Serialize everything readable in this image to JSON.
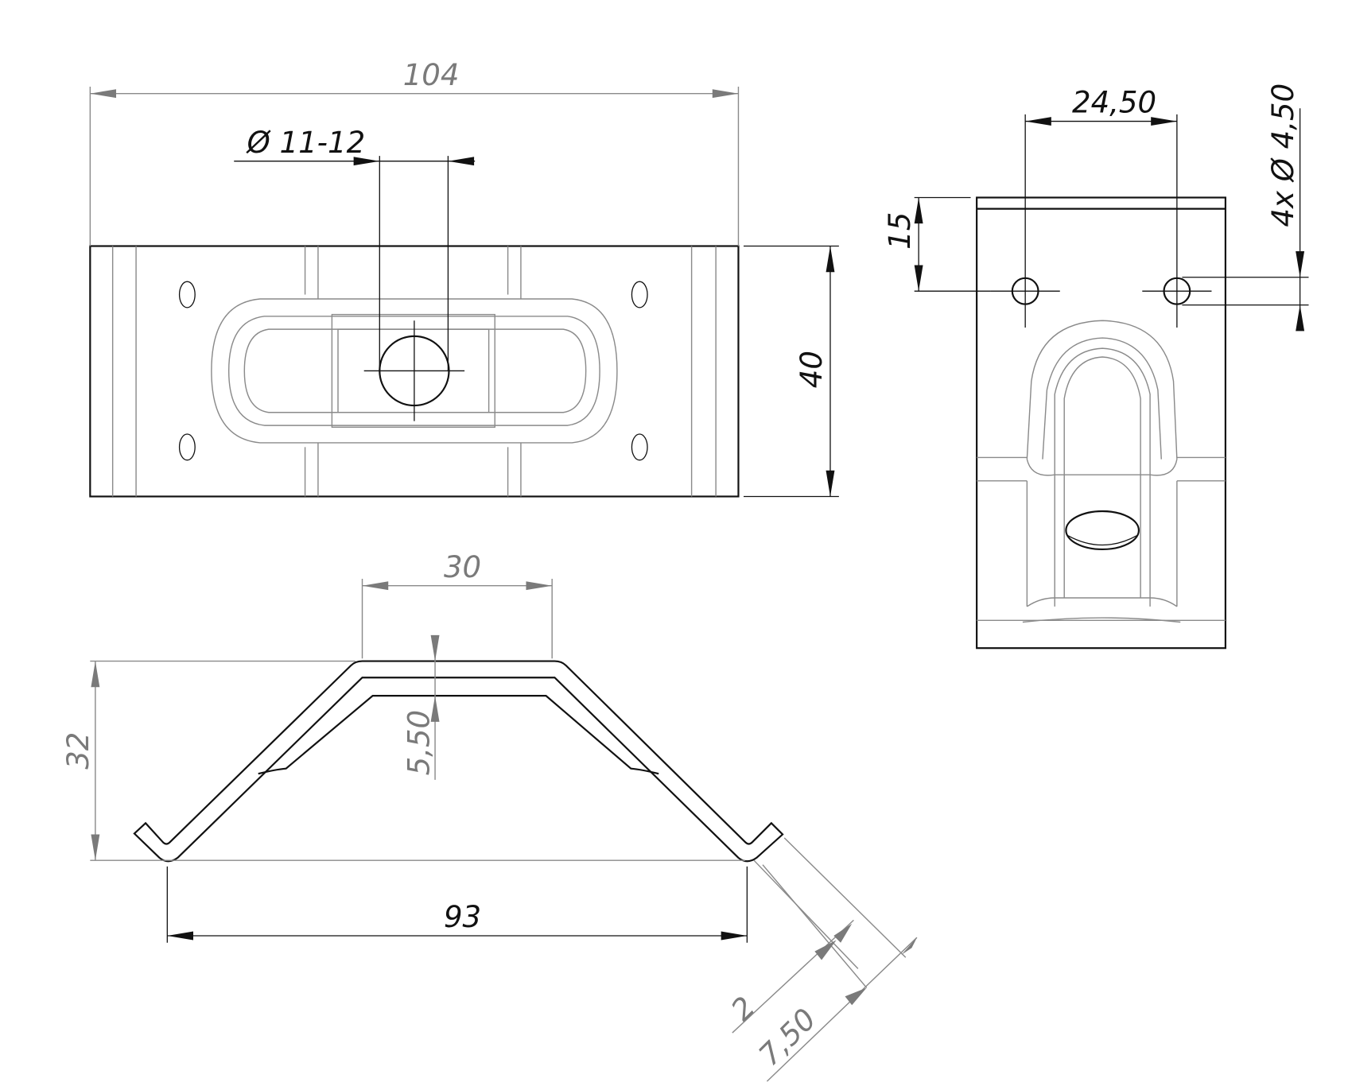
{
  "dimensions": {
    "overall_length": "104",
    "center_hole_diameter": "Ø 11-12",
    "width": "40",
    "hole_spacing": "24,50",
    "hole_offset": "15",
    "mounting_holes": "4x Ø 4,50",
    "top_flat_length": "30",
    "height": "32",
    "depth_step": "5,50",
    "base_span": "93",
    "thickness": "2",
    "flange_length": "7,50"
  },
  "colors": {
    "primary_line": "#111111",
    "dimension_line": "#7a7a7a"
  }
}
